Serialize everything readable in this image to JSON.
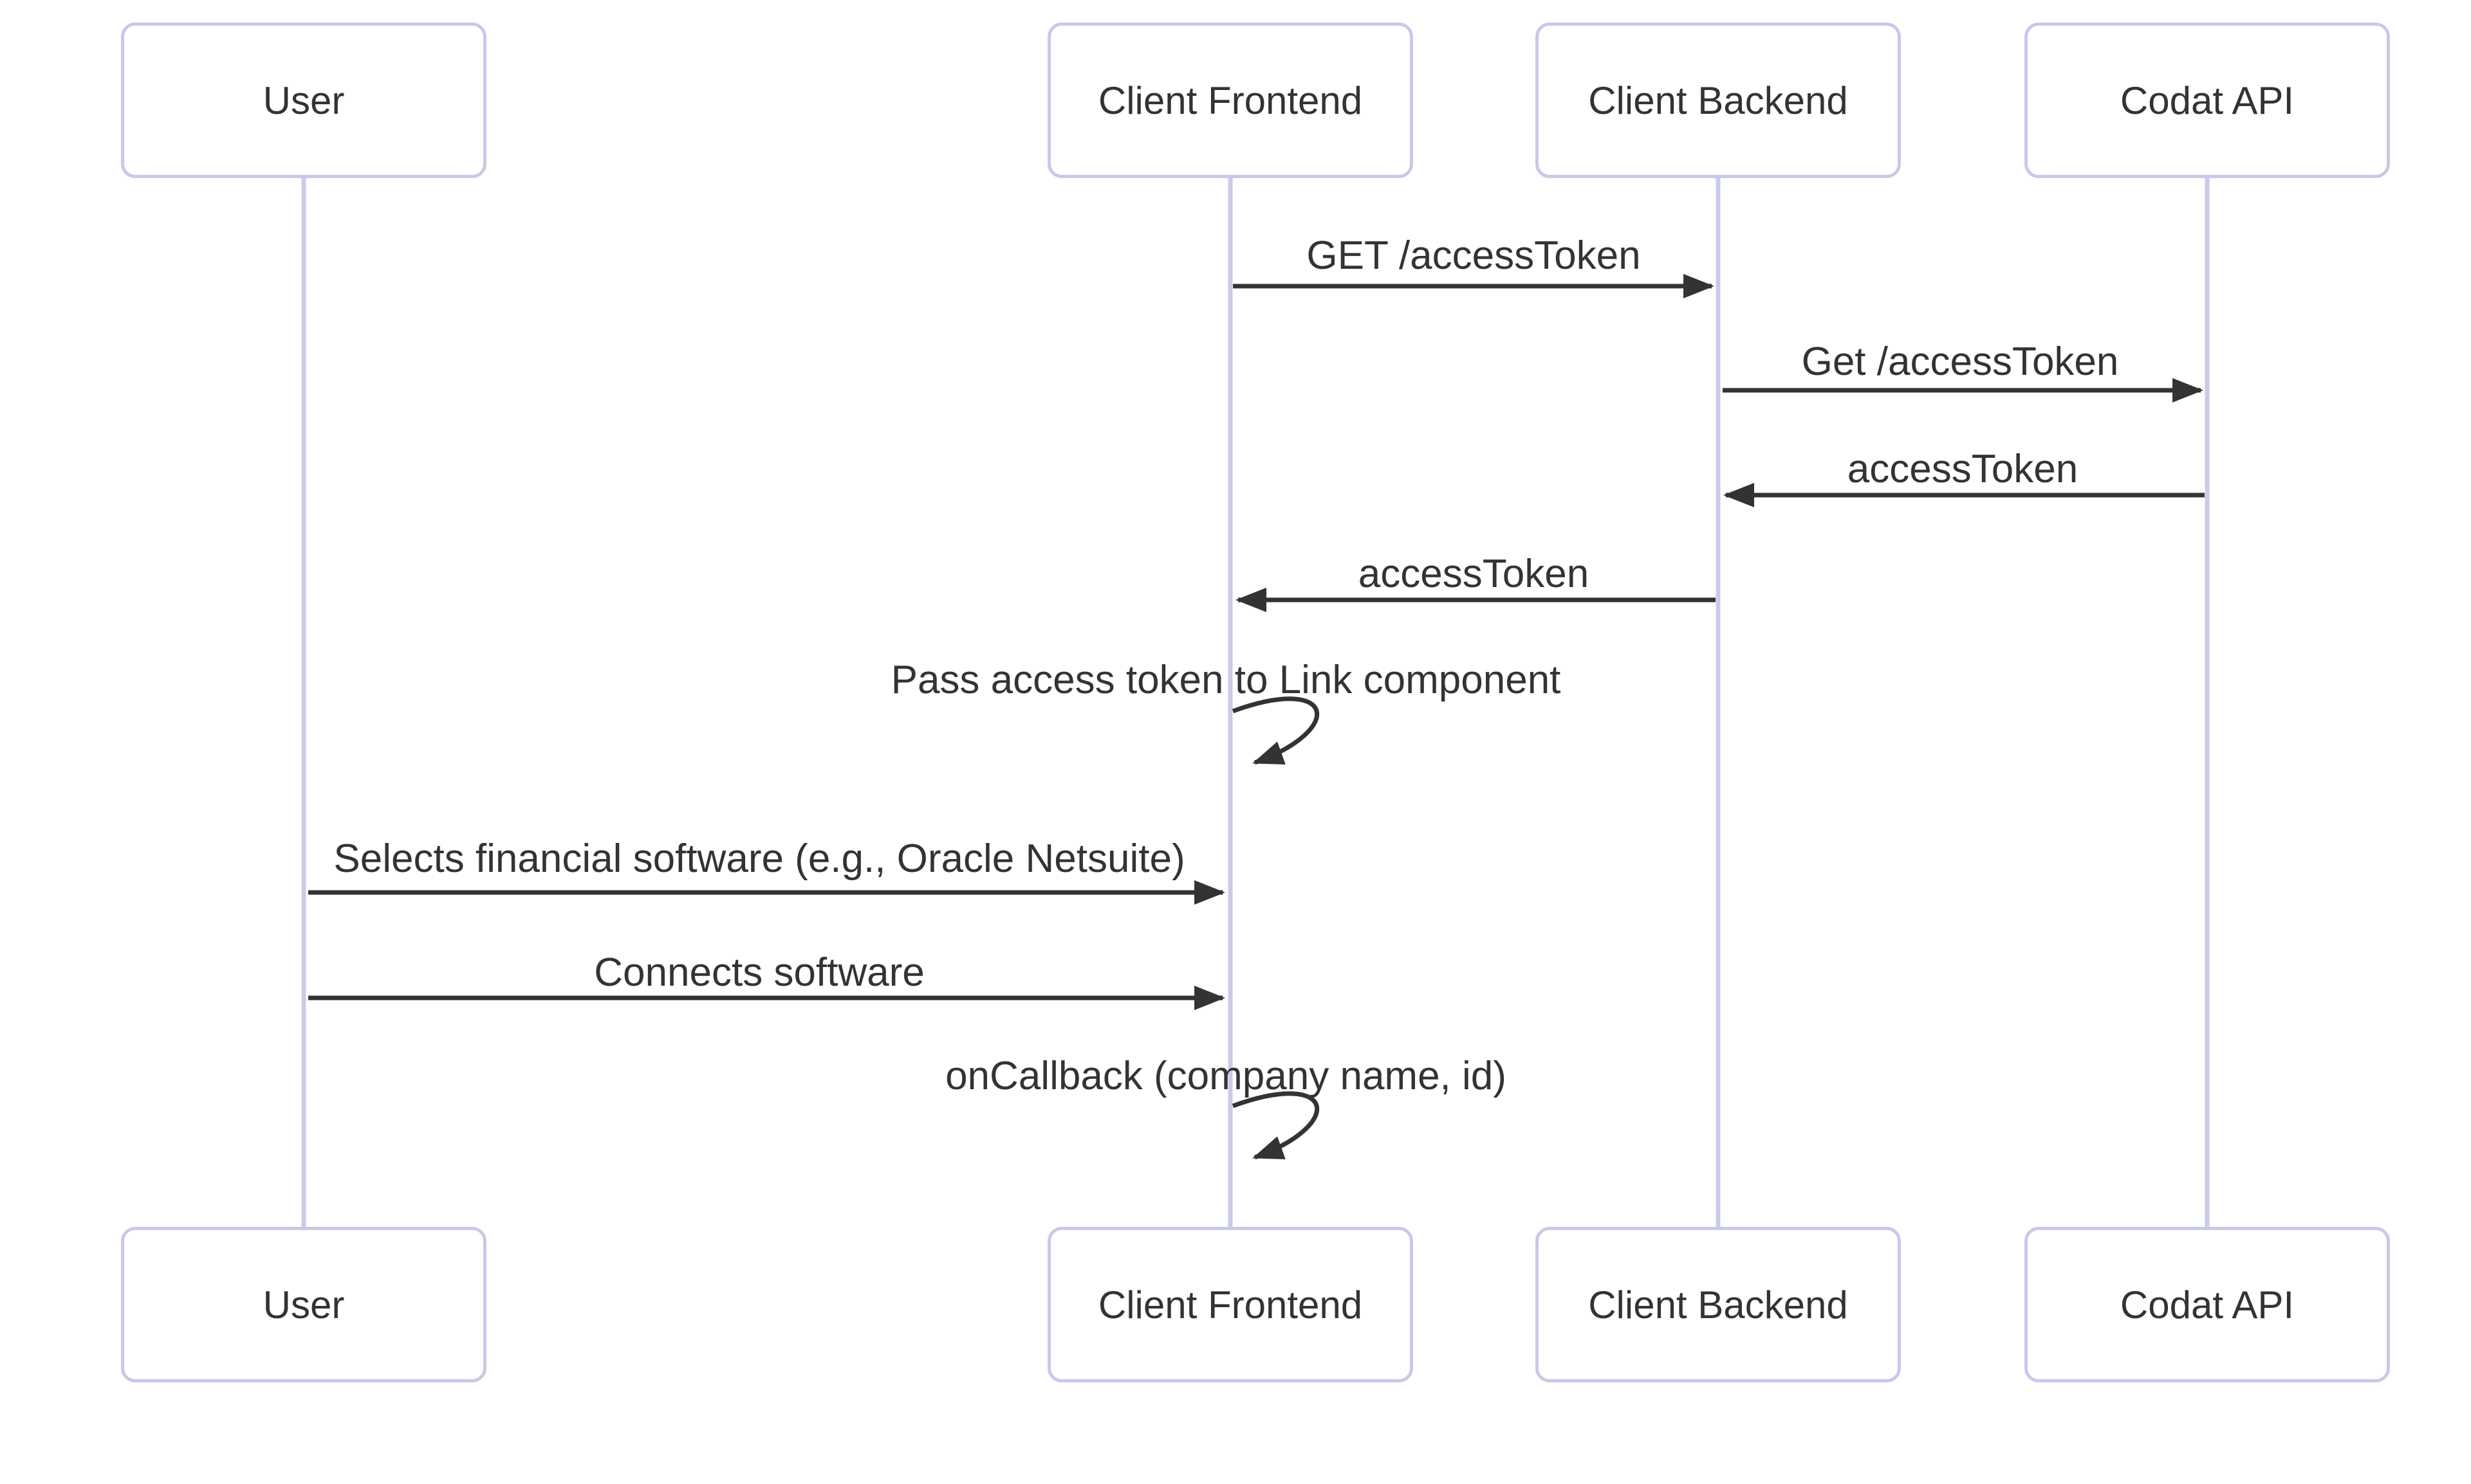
{
  "diagram": {
    "type": "sequence-diagram",
    "actors": [
      {
        "id": "user",
        "label": "User"
      },
      {
        "id": "client-frontend",
        "label": "Client Frontend"
      },
      {
        "id": "client-backend",
        "label": "Client Backend"
      },
      {
        "id": "codat-api",
        "label": "Codat API"
      }
    ],
    "messages": [
      {
        "from": "Client Frontend",
        "to": "Client Backend",
        "label": "GET /accessToken",
        "kind": "solid-arrow"
      },
      {
        "from": "Client Backend",
        "to": "Codat API",
        "label": "Get /accessToken",
        "kind": "solid-arrow"
      },
      {
        "from": "Codat API",
        "to": "Client Backend",
        "label": "accessToken",
        "kind": "solid-arrow"
      },
      {
        "from": "Client Backend",
        "to": "Client Frontend",
        "label": "accessToken",
        "kind": "solid-arrow"
      },
      {
        "from": "Client Frontend",
        "to": "Client Frontend",
        "label": "Pass access token to Link component",
        "kind": "self-loop"
      },
      {
        "from": "User",
        "to": "Client Frontend",
        "label": "Selects financial software (e.g., Oracle Netsuite)",
        "kind": "solid-arrow"
      },
      {
        "from": "User",
        "to": "Client Frontend",
        "label": "Connects software",
        "kind": "solid-arrow"
      },
      {
        "from": "Client Frontend",
        "to": "Client Frontend",
        "label": "onCallback (company name, id)",
        "kind": "self-loop"
      }
    ],
    "colors": {
      "background": "#ffffff",
      "actor_border": "#c8c9e9",
      "actor_fill": "#ffffff",
      "lifeline": "#cacbe9",
      "message_line": "#333333",
      "text": "#333333"
    }
  }
}
